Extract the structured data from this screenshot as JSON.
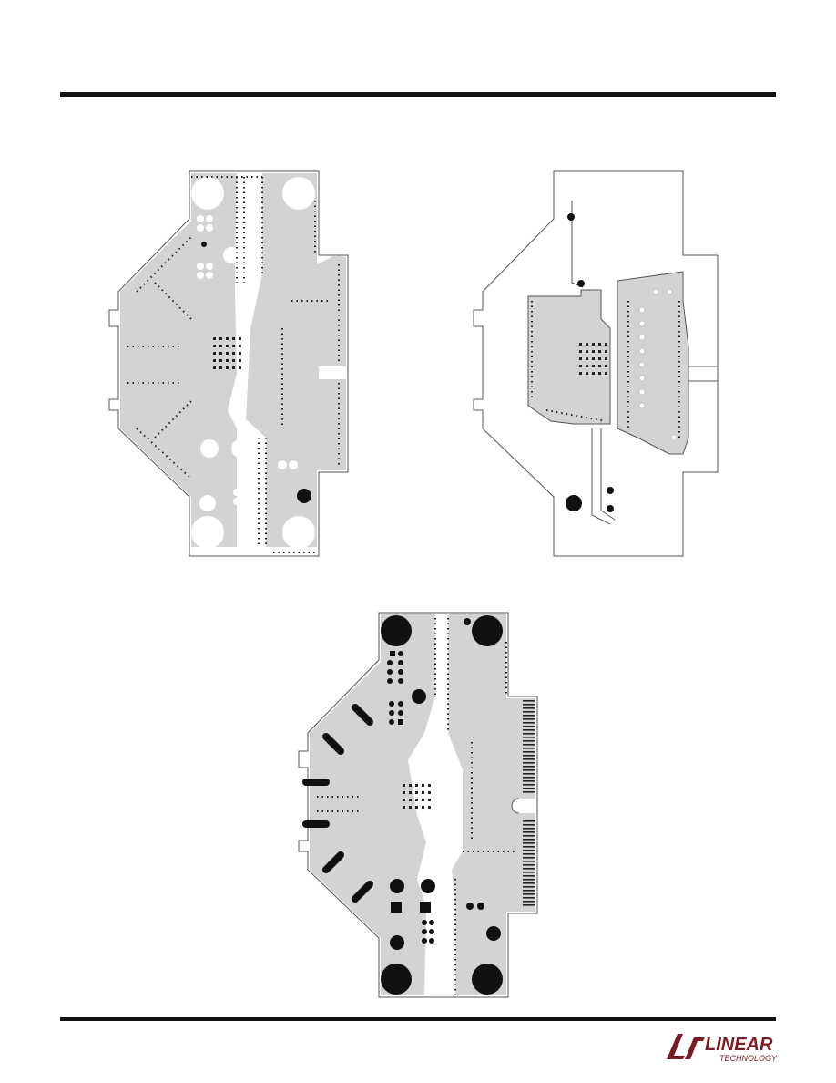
{
  "logo": {
    "wordmark": "LINEAR",
    "subtitle": "TECHNOLOGY",
    "color": "#7a1c24"
  },
  "colors": {
    "copper": "#d3d3d3",
    "outline": "#555555",
    "pad": "#111111"
  },
  "layouts": [
    {
      "name": "pcb-layer-top-left",
      "shown_as": "board layout drawing"
    },
    {
      "name": "pcb-layer-top-right",
      "shown_as": "board layout drawing"
    },
    {
      "name": "pcb-layer-bottom",
      "shown_as": "board layout drawing"
    }
  ]
}
